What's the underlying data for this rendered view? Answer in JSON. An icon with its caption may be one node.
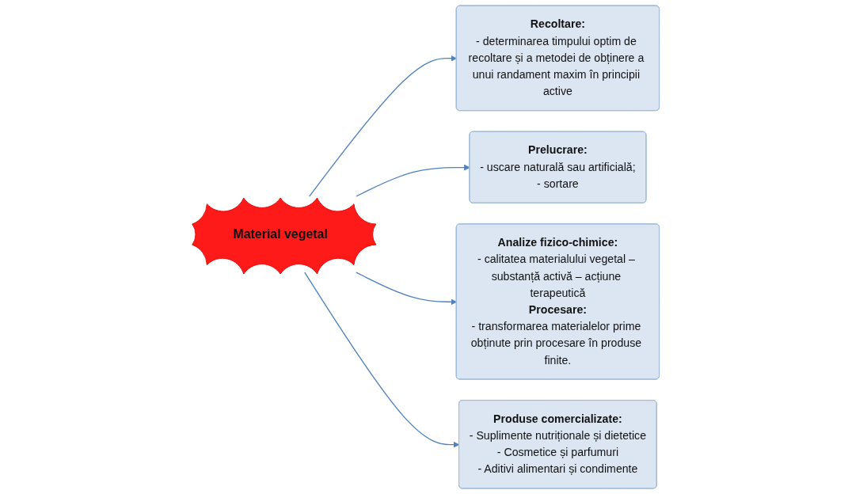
{
  "diagram": {
    "nodes": [
      {
        "text": [
          "Material vegetal"
        ]
      },
      {
        "text": [
          "Recoltare:",
          "- determinarea timpului optim de recoltare și a metodei de obținere a unui randament maxim în principii active"
        ]
      },
      {
        "text": [
          "Prelucrare:",
          "- uscare naturală sau artificială;",
          "- sortare"
        ]
      },
      {
        "text": [
          "Analize fizico-chimice:",
          "- calitatea materialului vegetal – substanță activă – acțiune terapeutică",
          "Procesare:",
          "- transformarea materialelor prime obținute prin procesare în produse finite."
        ]
      },
      {
        "text": [
          "Produse comercializate:",
          "- Suplimente nutriționale și dietetice",
          "- Cosmetice și parfumuri",
          "- Aditivi alimentari și condimente"
        ]
      }
    ],
    "edges": [
      {
        "from": 0,
        "to": 1,
        "arrow": "to"
      },
      {
        "from": 0,
        "to": 2,
        "arrow": "to"
      },
      {
        "from": 0,
        "to": 3,
        "arrow": "to"
      },
      {
        "from": 0,
        "to": 4,
        "arrow": "to"
      }
    ]
  }
}
